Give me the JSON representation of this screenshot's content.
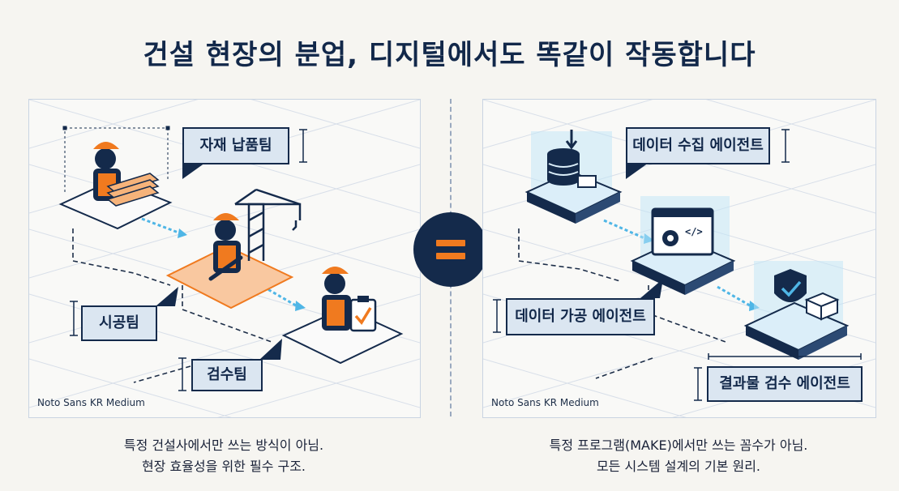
{
  "title": "건설 현장의 분업, 디지털에서도 똑같이 작동합니다",
  "left_panel": {
    "labels": [
      "자재 납품팀",
      "시공팀",
      "검수팀"
    ],
    "font_note": "Noto Sans KR Medium",
    "caption_lines": [
      "특정 건설사에서만 쓰는 방식이 아님.",
      "현장 효율성을 위한 필수 구조."
    ]
  },
  "right_panel": {
    "labels": [
      "데이터 수집 에이전트",
      "데이터 가공 에이전트",
      "결과물 검수 에이전트"
    ],
    "font_note": "Noto Sans KR Medium",
    "caption_lines": [
      "특정 프로그램(MAKE)에서만 쓰는 꼼수가 아님.",
      "모든 시스템 설계의 기본 원리."
    ]
  },
  "colors": {
    "navy": "#142a4b",
    "orange": "#f07a1f",
    "light_blue": "#dbe6f1",
    "cyan": "#4fb6e6"
  },
  "icons": [
    "worker-lumber-icon",
    "worker-wrench-icon",
    "crane-icon",
    "worker-clipboard-icon",
    "database-icon",
    "code-gear-icon",
    "shield-check-icon",
    "equals-icon"
  ]
}
